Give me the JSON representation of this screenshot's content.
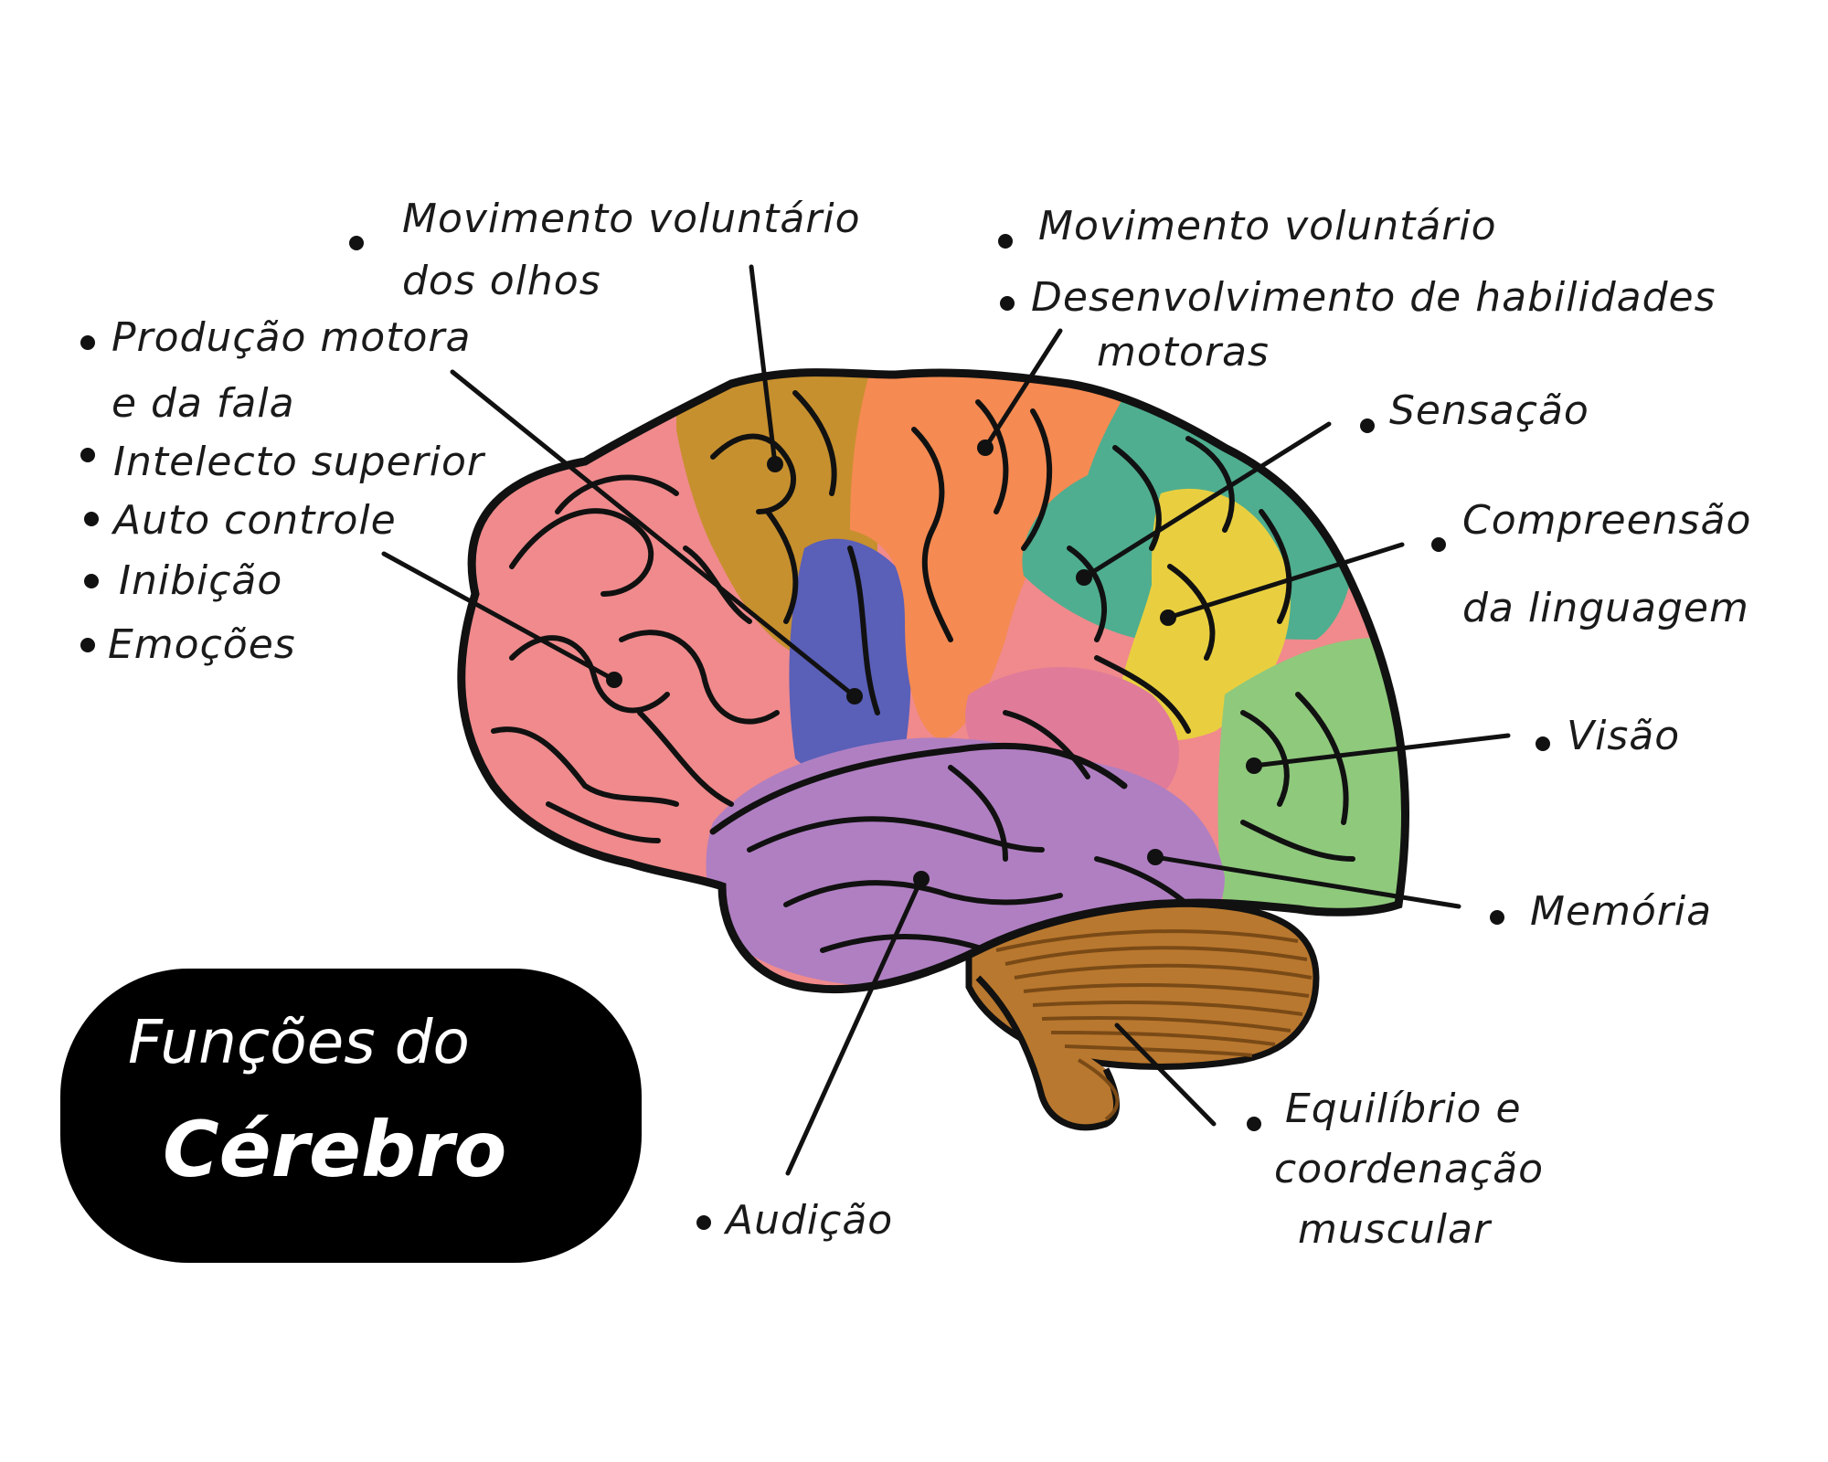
{
  "title": {
    "line1": "Funções do",
    "line2": "Cérebro"
  },
  "labels": {
    "eye_movement": {
      "line1": "Movimento voluntário",
      "line2": "dos olhos"
    },
    "voluntary_movement": "Movimento voluntário",
    "motor_skills": {
      "line1": "Desenvolvimento de habilidades",
      "line2": "motoras"
    },
    "speech_production": {
      "line1": "Produção motora",
      "line2": "e da fala"
    },
    "intellect": "Intelecto superior",
    "self_control": "Auto controle",
    "inhibition": "Inibição",
    "emotions": "Emoções",
    "sensation": "Sensação",
    "language_comprehension": {
      "line1": "Compreensão",
      "line2": "da linguagem"
    },
    "vision": "Visão",
    "memory": "Memória",
    "hearing": "Audição",
    "balance": {
      "line1": "Equilíbrio e",
      "line2": "coordenação",
      "line3": "muscular"
    }
  },
  "region_colors": {
    "frontal": "#f08a8c",
    "prefrontal_motor": "#c7902e",
    "motor_strip": "#5a5fb8",
    "premotor": "#f58a52",
    "parietal": "#4fae8f",
    "wernicke": "#e9cf3f",
    "occipital": "#8fc97c",
    "temporal": "#b07fc2",
    "temporal_upper": "#e07b9a",
    "cerebellum": "#b9782f",
    "outline": "#111111"
  }
}
